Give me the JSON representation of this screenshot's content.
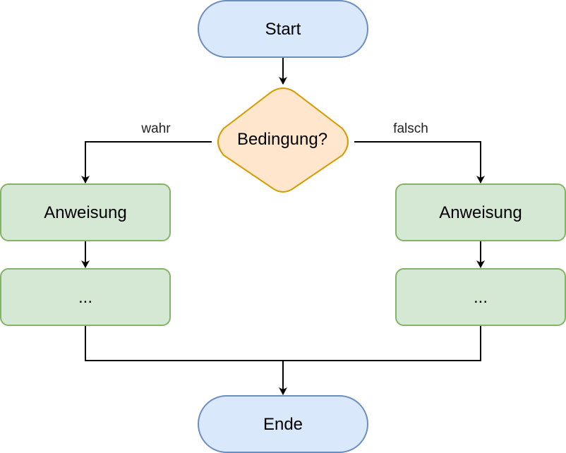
{
  "diagram": {
    "type": "flowchart",
    "nodes": {
      "start": {
        "label": "Start",
        "shape": "terminator"
      },
      "condition": {
        "label": "Bedingung?",
        "shape": "decision"
      },
      "true_statement": {
        "label": "Anweisung",
        "shape": "process"
      },
      "true_more": {
        "label": "...",
        "shape": "process"
      },
      "false_statement": {
        "label": "Anweisung",
        "shape": "process"
      },
      "false_more": {
        "label": "...",
        "shape": "process"
      },
      "end": {
        "label": "Ende",
        "shape": "terminator"
      }
    },
    "edges": {
      "true_label": "wahr",
      "false_label": "falsch"
    }
  },
  "colors": {
    "terminator_fill": "#dae8fc",
    "terminator_stroke": "#6c8ebf",
    "decision_fill": "#ffe6cc",
    "decision_stroke": "#d79b00",
    "process_fill": "#d5e8d4",
    "process_stroke": "#82b366",
    "edge": "#000000"
  }
}
